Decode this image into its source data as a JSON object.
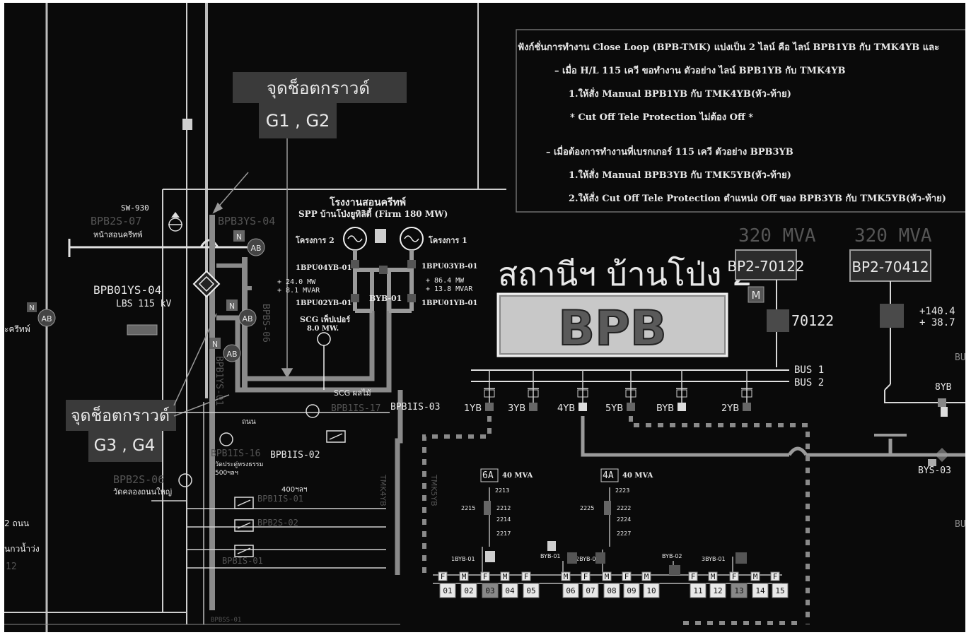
{
  "callouts": {
    "top_line1": "จุดช็อตกราวด์",
    "top_line2": "G1 , G2",
    "bottom_line1": "จุดช็อตกราวด์",
    "bottom_line2": "G3 , G4"
  },
  "notes": {
    "line1": "ฟังก์ชั่นการทำงาน Close Loop (BPB-TMK) แบ่งเป็น 2 ไลน์ คือ ไลน์ BPB1YB กับ TMK4YB และ",
    "line2": "– เมื่อ H/L 115 เควี ขอทำงาน ตัวอย่าง ไลน์ BPB1YB กับ TMK4YB",
    "line3": "1.ให้สั่ง Manual BPB1YB กับ TMK4YB(หัว-ท้าย)",
    "line4": "* Cut Off Tele Protection ไม่ต้อง Off *",
    "line5": "– เมื่อต้องการทำงานที่เบรกเกอร์ 115 เควี ตัวอย่าง BPB3YB",
    "line6": "1.ให้สั่ง Manual BPB3YB กับ TMK5YB(หัว-ท้าย)",
    "line7": "2.ให้สั่ง Cut Off Tele Protection ตำแหน่ง Off ของ BPB3YB กับ TMK5YB(หัว-ท้าย)"
  },
  "station": {
    "name": "สถานีฯ บ้านโป่ง 2",
    "code": "BPB"
  },
  "transformers": [
    {
      "rating": "320 MVA",
      "name": "BP2-70122",
      "breaker": "70122"
    },
    {
      "rating": "320 MVA",
      "name": "BP2-70412",
      "mw": "+140.4",
      "mvar": "+ 38.7"
    }
  ],
  "bus": {
    "bus1": "BUS 1",
    "bus2": "BUS 2",
    "bus_right1": "BU",
    "bus_right2": "BU"
  },
  "bays": [
    "1YB",
    "3YB",
    "4YB",
    "5YB",
    "BYB",
    "2YB"
  ],
  "right": {
    "bay": "8YB",
    "bys": "BYS-03"
  },
  "left": {
    "sw": "SW-930",
    "bpb2s07": "BPB2S-07",
    "lbl_spp": "หน้าสอนครีทพ์",
    "bpb3ys": "BPB3YS-04",
    "bpb01ys": "BPB01YS-04",
    "lbs": "LBS 115 kV",
    "lbs_left": "ะครีทพ์",
    "n": "N",
    "m": "M",
    "ab": "AB",
    "bpbs06": "BPBS-06",
    "bpb1ys01": "BPB1YS-01",
    "bpb1is17": "BPB1IS-17",
    "bpb1is03": "BPB1IS-03",
    "bpb1is16": "BPB1IS-16",
    "bpb1is02": "BPB1IS-02",
    "bpb2s06": "BPB2S-06",
    "lbl_yai": "วัดคลองถนนใหญ่",
    "lbl_anon": "ถนน",
    "lbl_watpradu": "วัดประดู่ทรงธรรม",
    "lbl_500": "500ฯลฯ",
    "lbl_400": "400ฯลฯ",
    "bpb1is01": "BPB1IS-01",
    "bpb2s02": "BPB2S-02",
    "bpbis01": "BPBIS-01",
    "bpbss01": "BPBSS-01",
    "lbl_left_anon": "2 ถนน",
    "lbl_left_kwang": "นกวน้ำว่ง",
    "lbl_left_12": "12",
    "tmk4yb": "TMK4YB",
    "tmk5yb": "TMK5YB",
    "lbl_scg_bot": "SCG ผลไม้"
  },
  "spp": {
    "title": "โรงงานสอนครีทพ์",
    "subtitle": "SPP บ้านโป่งยูทิลิตี้ (Firm 180 MW)",
    "gen2": "โครงการ 2",
    "gen1": "โครงการ 1",
    "b1": "1BPU04YB-01",
    "b2": "1BPU03YB-01",
    "b3": "1BPU02YB-01",
    "b4": "1BPU01YB-01",
    "byb01": "BYB-01",
    "mw_left": "+ 24.0 MW",
    "mvar_left": "+ 8.1 MVAR",
    "mw_right": "+ 86.4 MW",
    "mvar_right": "+ 13.8 MVAR",
    "scg": "SCG เพ็ปเปอร์",
    "scg_mw": "8.0 MW."
  },
  "lower": {
    "tr6a": "6A",
    "tr6a_rating": "40 MVA",
    "tr4a": "4A",
    "tr4a_rating": "40 MVA",
    "n2213": "2213",
    "n2215": "2215",
    "n2212": "2212",
    "n2214": "2214",
    "n2217": "2217",
    "n2223": "2223",
    "n2225": "2225",
    "n2222": "2222",
    "n2224": "2224",
    "n2227": "2227",
    "b1": "1BYB-01",
    "b2": "BYB-01",
    "b3": "2BYB-01",
    "b4": "BYB-02",
    "b5": "3BYB-01",
    "feeders": [
      "01",
      "02",
      "03",
      "04",
      "05",
      "06",
      "07",
      "08",
      "09",
      "10",
      "11",
      "12",
      "13",
      "14",
      "15"
    ],
    "f": "F",
    "m": "M"
  }
}
